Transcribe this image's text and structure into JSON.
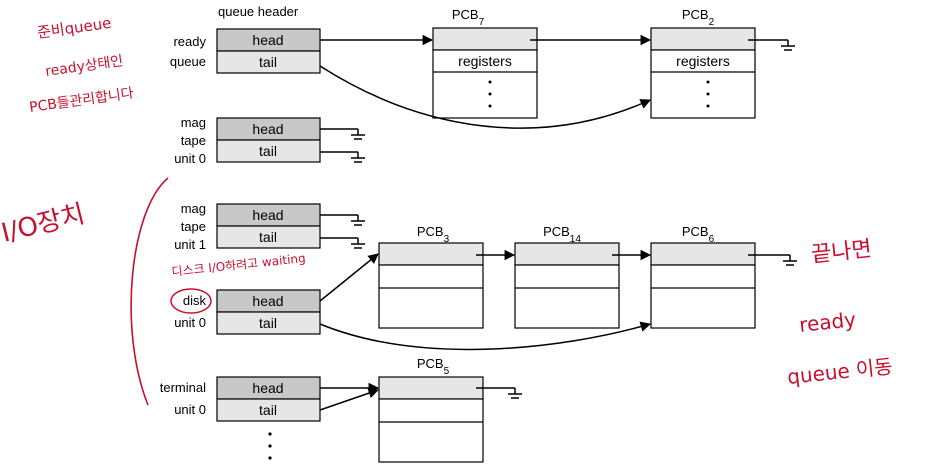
{
  "column_header": "queue header",
  "cell_labels": {
    "head": "head",
    "tail": "tail",
    "registers": "registers"
  },
  "queues": [
    {
      "line1": "ready",
      "line2": "queue"
    },
    {
      "line1": "mag",
      "line2": "tape",
      "line3": "unit 0"
    },
    {
      "line1": "mag",
      "line2": "tape",
      "line3": "unit 1"
    },
    {
      "line1": "disk",
      "line2": "unit 0"
    },
    {
      "line1": "terminal",
      "line2": "unit 0"
    }
  ],
  "pcbs": [
    {
      "prefix": "PCB",
      "sub": "7"
    },
    {
      "prefix": "PCB",
      "sub": "2"
    },
    {
      "prefix": "PCB",
      "sub": "3"
    },
    {
      "prefix": "PCB",
      "sub": "14"
    },
    {
      "prefix": "PCB",
      "sub": "6"
    },
    {
      "prefix": "PCB",
      "sub": "5"
    }
  ],
  "annotations": {
    "ready_note": [
      "준비queue",
      "ready상태인",
      "PCB들관리합니다"
    ],
    "io_note": "I/O장치",
    "disk_note": "디스크 I/O하려고 waiting",
    "end_note": [
      "끝나면",
      "ready",
      "queue 이동"
    ]
  },
  "colors": {
    "header_fill": "#c8c8c8",
    "tail_fill": "#e6e6e6",
    "pcb_top_fill": "#e6e6e6",
    "annotation": "#c8102e"
  }
}
